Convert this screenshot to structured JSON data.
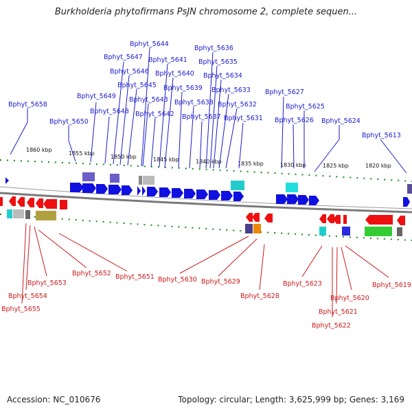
{
  "title": "Burkholderia phytofirmans PsJN chromosome 2, complete sequen...",
  "footer": {
    "accession": "Accession: NC_010676",
    "summary": "Topology: circular; Length: 3,625,999 bp; Genes: 3,169"
  },
  "colors": {
    "forward_genes": "#1010e0",
    "reverse_genes": "#ee1010",
    "top_labels": "#1a1acc",
    "bottom_labels": "#cc1a1a",
    "ticks": "#118811",
    "backbone": "#808080"
  },
  "ruler_top": [
    "1860 kbp",
    "1855 kbp",
    "1850 kbp",
    "1845 kbp",
    "1840 kbp",
    "1835 kbp",
    "1830 kbp",
    "1825 kbp",
    "1820 kbp"
  ],
  "genes_top": [
    "Bphyt_5658",
    "Bphyt_5650",
    "Bphyt_5649",
    "Bphyt_5648",
    "Bphyt_5647",
    "Bphyt_5646",
    "Bphyt_5645",
    "Bphyt_5644",
    "Bphyt_5643",
    "Bphyt_5642",
    "Bphyt_5641",
    "Bphyt_5640",
    "Bphyt_5639",
    "Bphyt_5638",
    "Bphyt_5637",
    "Bphyt_5636",
    "Bphyt_5635",
    "Bphyt_5634",
    "Bphyt_5633",
    "Bphyt_5632",
    "Bphyt_5631",
    "Bphyt_5627",
    "Bphyt_5626",
    "Bphyt_5625",
    "Bphyt_5624",
    "Bphyt_5613"
  ],
  "genes_bottom": [
    "Bphyt_5655",
    "Bphyt_5654",
    "Bphyt_5653",
    "Bphyt_5652",
    "Bphyt_5651",
    "Bphyt_5630",
    "Bphyt_5629",
    "Bphyt_5628",
    "Bphyt_5623",
    "Bphyt_5622",
    "Bphyt_5621",
    "Bphyt_5620",
    "Bphyt_5619"
  ]
}
